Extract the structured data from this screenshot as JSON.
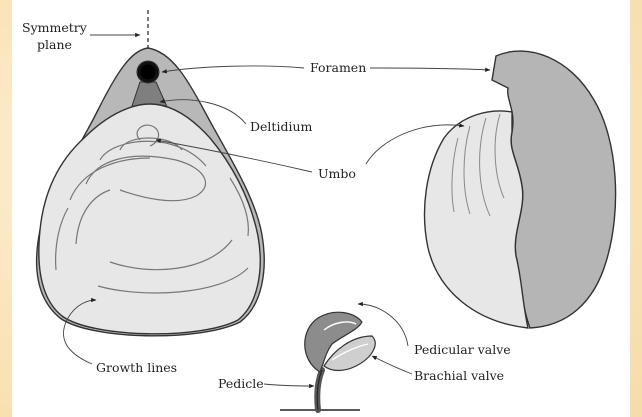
{
  "labels": {
    "symmetry_plane_line1": "Symmetry",
    "symmetry_plane_line2": "plane",
    "foramen": "Foramen",
    "deltidium": "Deltidium",
    "umbo": "Umbo",
    "growth_lines": "Growth lines",
    "pedicle": "Pedicle",
    "pedicular_valve": "Pedicular valve",
    "brachial_valve": "Brachial valve"
  },
  "colors": {
    "background": "#fbe9c6",
    "panel": "#ffffff",
    "shell_light": "#e6e6e6",
    "shell_mid": "#b5b5b5",
    "shell_dark": "#8a8a8a",
    "outline": "#333333"
  }
}
